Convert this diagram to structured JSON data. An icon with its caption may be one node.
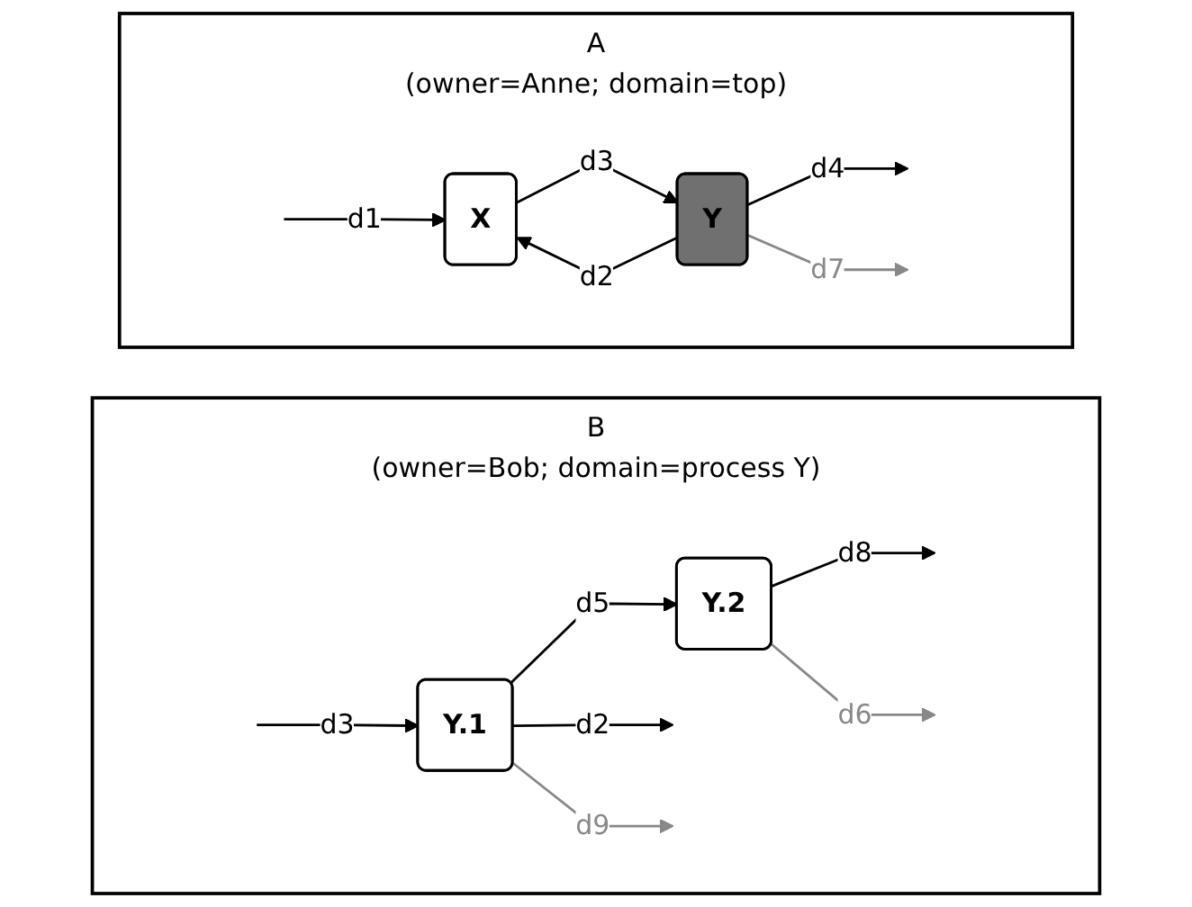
{
  "diagram": {
    "nodes": [
      {
        "text": [
          "A",
          "(owner=Anne; domain=top)"
        ]
      },
      {
        "text": [
          "X"
        ],
        "in": 0
      },
      {
        "text": [
          "Y"
        ],
        "in": 0
      },
      {
        "text": [
          "B",
          "(owner=Bob; domain=process Y)"
        ]
      },
      {
        "text": [
          "Y.1"
        ],
        "in": 3
      },
      {
        "text": [
          "Y.2"
        ],
        "in": 3
      }
    ],
    "edges": [
      {
        "from": null,
        "to": 1,
        "arrow": "to",
        "label": "d1"
      },
      {
        "from": 2,
        "to": 1,
        "arrow": "to",
        "label": "d2"
      },
      {
        "from": 1,
        "to": 2,
        "arrow": "to",
        "label": "d3"
      },
      {
        "from": 2,
        "to": null,
        "arrow": "to",
        "label": "d4"
      },
      {
        "from": 2,
        "to": null,
        "arrow": "to",
        "label": "d7",
        "color": "#888888"
      },
      {
        "from": null,
        "to": 4,
        "arrow": "to",
        "label": "d3"
      },
      {
        "from": 4,
        "to": 5,
        "arrow": "to",
        "label": "d5"
      },
      {
        "from": 5,
        "to": null,
        "arrow": "to",
        "label": "d8"
      },
      {
        "from": 4,
        "to": null,
        "arrow": "to",
        "label": "d2"
      },
      {
        "from": 4,
        "to": null,
        "arrow": "to",
        "label": "d9",
        "color": "#888888"
      },
      {
        "from": 5,
        "to": null,
        "arrow": "to",
        "label": "d6",
        "color": "#888888"
      }
    ]
  }
}
